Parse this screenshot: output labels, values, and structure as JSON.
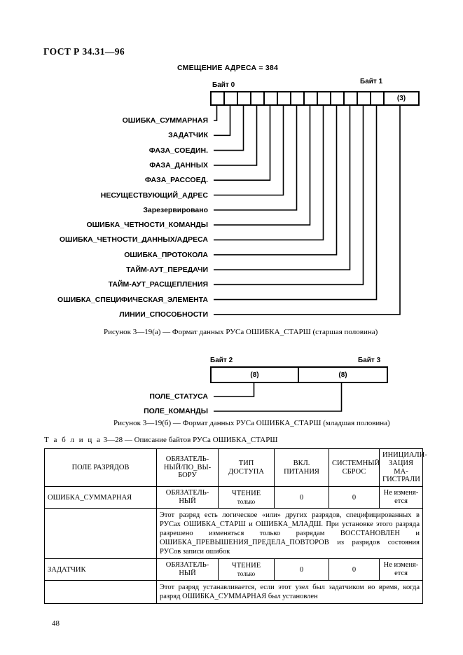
{
  "document": {
    "standard_number": "ГОСТ Р 34.31—96",
    "page_number": "48"
  },
  "figure_a": {
    "offset_title": "СМЕЩЕНИЕ АДРЕСА = 384",
    "byte_left_label": "Байт 0",
    "byte_right_label": "Байт 1",
    "wide_cell_value": "(3)",
    "narrow_cell_count": 13,
    "caption": "Рисунок 3—19(а) — Формат данных РУСа ОШИБКА_СТАРШ (старшая половина)",
    "labels": [
      "ОШИБКА_СУММАРНАЯ",
      "ЗАДАТЧИК",
      "ФАЗА_СОЕДИН.",
      "ФАЗА_ДАННЫХ",
      "ФАЗА_РАССОЕД.",
      "НЕСУЩЕСТВУЮЩИЙ_АДРЕС",
      "Зарезервировано",
      "ОШИБКА_ЧЕТНОСТИ_КОМАНДЫ",
      "ОШИБКА_ЧЕТНОСТИ_ДАННЫХ/АДРЕСА",
      "ОШИБКА_ПРОТОКОЛА",
      "ТАЙМ-АУТ_ПЕРЕДАЧИ",
      "ТАЙМ-АУТ_РАСЩЕПЛЕНИЯ",
      "ОШИБКА_СПЕЦИФИЧЕСКАЯ_ЭЛЕМЕНТА",
      "ЛИНИИ_СПОСОБНОСТИ"
    ]
  },
  "figure_b": {
    "byte_left_label": "Байт 2",
    "byte_right_label": "Байт 3",
    "cell_values": [
      "(8)",
      "(8)"
    ],
    "caption": "Рисунок 3—19(б) — Формат данных РУСа ОШИБКА_СТАРШ (младшая половина)",
    "labels": [
      "ПОЛЕ_СТАТУСА",
      "ПОЛЕ_КОМАНДЫ"
    ]
  },
  "table": {
    "caption_prefix": "Т а б л и ц а",
    "caption_rest": "3—28 — Описание байтов РУСа ОШИБКА_СТАРШ",
    "headers": [
      "ПОЛЕ РАЗРЯДОВ",
      "ОБЯЗАТЕЛЬ-НЫЙ/ПО_ВЫ-БОРУ",
      "ТИП ДОСТУПА",
      "ВКЛ. ПИТАНИЯ",
      "СИСТЕМНЫЙ СБРОС",
      "ИНИЦИАЛИ-ЗАЦИЯ МА-ГИСТРАЛИ"
    ],
    "headers_lines": {
      "h1": [
        "ПОЛЕ РАЗРЯДОВ"
      ],
      "h2": [
        "ОБЯЗАТЕЛЬ-",
        "НЫЙ/ПО_ВЫ-",
        "БОРУ"
      ],
      "h3": [
        "ТИП",
        "ДОСТУПА"
      ],
      "h4": [
        "ВКЛ.",
        "ПИТАНИЯ"
      ],
      "h5": [
        "СИСТЕМНЫЙ",
        "СБРОС"
      ],
      "h6": [
        "ИНИЦИАЛИ-",
        "ЗАЦИЯ МА-",
        "ГИСТРАЛИ"
      ]
    },
    "rows": [
      {
        "field": "ОШИБКА_СУММАРНАЯ",
        "mandatory_line1": "ОБЯЗАТЕЛЬ-",
        "mandatory_line2": "НЫЙ",
        "access_line1": "ЧТЕНИЕ",
        "access_line2": "только",
        "power_on": "0",
        "system_reset": "0",
        "bus_init_line1": "Не изменя-",
        "bus_init_line2": "ется",
        "note": "Этот разряд есть логическое «или» других разрядов, специфицированных в РУСах ОШИБКА_СТАРШ и ОШИБКА_МЛАДШ. При установке этого разряда разрешено изменяться только разрядам ВОССТАНОВЛЕН и ОШИБКА_ПРЕВЫШЕНИЯ_ПРЕДЕЛА_ПОВТОРОВ из разрядов состояния РУСов записи ошибок"
      },
      {
        "field": "ЗАДАТЧИК",
        "mandatory_line1": "ОБЯЗАТЕЛЬ-",
        "mandatory_line2": "НЫЙ",
        "access_line1": "ЧТЕНИЕ",
        "access_line2": "только",
        "power_on": "0",
        "system_reset": "0",
        "bus_init_line1": "Не изменя-",
        "bus_init_line2": "ется",
        "note": "Этот разряд устанавливается, если этот узел был задатчиком во время, когда разряд ОШИБКА_СУММАРНАЯ был установлен"
      }
    ]
  }
}
